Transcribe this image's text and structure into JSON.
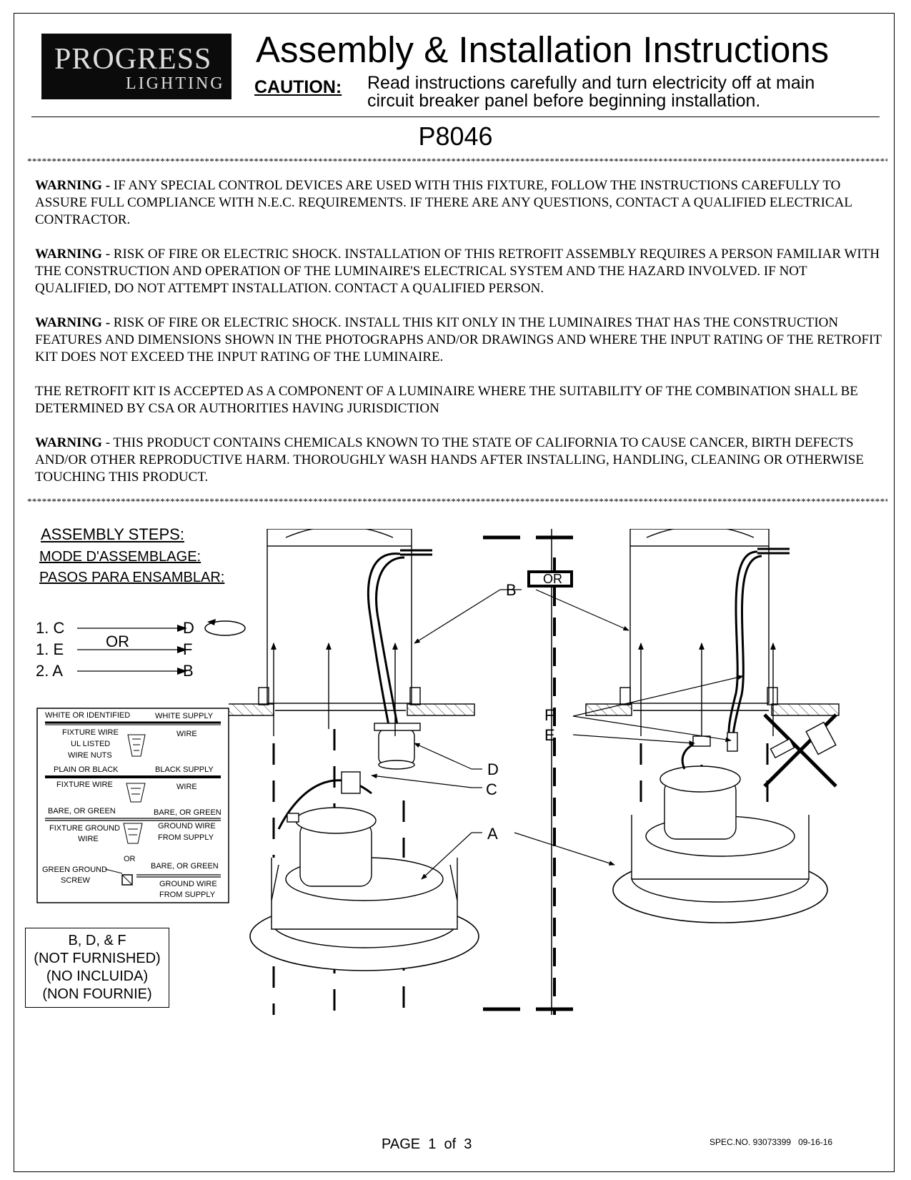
{
  "logo": {
    "line1": "PROGRESS",
    "line2": "LIGHTING"
  },
  "header": {
    "title": "Assembly & Installation Instructions",
    "caution_label": "CAUTION:",
    "caution_line1": "Read instructions carefully and turn electricity off at main",
    "caution_line2": "circuit breaker panel before beginning installation.",
    "model": "P8046"
  },
  "warnings": [
    {
      "label": "WARNING -",
      "text": " IF ANY SPECIAL CONTROL DEVICES ARE USED WITH THIS FIXTURE, FOLLOW THE INSTRUCTIONS CAREFULLY TO ASSURE FULL COMPLIANCE WITH N.E.C. REQUIREMENTS. IF THERE ARE ANY QUESTIONS, CONTACT A QUALIFIED ELECTRICAL CONTRACTOR."
    },
    {
      "label": "WARNING",
      "text": " - RISK OF FIRE OR ELECTRIC SHOCK. INSTALLATION OF THIS RETROFIT ASSEMBLY REQUIRES A PERSON FAMILIAR WITH THE CONSTRUCTION AND OPERATION OF THE LUMINAIRE'S ELECTRICAL SYSTEM AND THE HAZARD INVOLVED. IF NOT QUALIFIED, DO NOT ATTEMPT INSTALLATION. CONTACT A QUALIFIED PERSON."
    },
    {
      "label": "WARNING -",
      "text": " RISK OF FIRE OR ELECTRIC SHOCK. INSTALL THIS KIT ONLY IN THE LUMINAIRES THAT HAS THE CONSTRUCTION FEATURES AND DIMENSIONS SHOWN IN THE PHOTOGRAPHS AND/OR DRAWINGS AND WHERE THE INPUT RATING OF THE RETROFIT KIT DOES NOT EXCEED THE INPUT RATING OF THE LUMINAIRE."
    },
    {
      "label": "",
      "text": "THE RETROFIT KIT IS ACCEPTED AS A COMPONENT OF A LUMINAIRE WHERE THE SUITABILITY OF THE COMBINATION SHALL BE DETERMINED BY CSA OR AUTHORITIES HAVING JURISDICTION"
    },
    {
      "label": "WARNING",
      "text": " - THIS PRODUCT CONTAINS CHEMICALS KNOWN TO THE STATE OF CALIFORNIA TO CAUSE CANCER, BIRTH DEFECTS AND/OR OTHER REPRODUCTIVE HARM. THOROUGHLY WASH HANDS AFTER INSTALLING, HANDLING, CLEANING OR OTHERWISE TOUCHING THIS PRODUCT."
    }
  ],
  "assembly": {
    "heading_en": "ASSEMBLY STEPS:",
    "heading_fr": "MODE D'ASSEMBLAGE:",
    "heading_es": "PASOS PARA ENSAMBLAR:",
    "steps": [
      {
        "num": "1. C",
        "to": "D"
      },
      {
        "num": "1. E",
        "to": "F"
      },
      {
        "num": "2. A",
        "to": "B"
      }
    ],
    "or_label": "OR"
  },
  "wiring": {
    "white_left": "WHITE OR IDENTIFIED",
    "white_right": "WHITE SUPPLY",
    "fixture_wire": "FIXTURE WIRE",
    "wire": "WIRE",
    "ul_listed": "UL LISTED",
    "wire_nuts": "WIRE NUTS",
    "black_left": "PLAIN OR BLACK",
    "black_right": "BLACK SUPPLY",
    "fixture_wire2": "FIXTURE WIRE",
    "wire2": "WIRE",
    "bare_left": "BARE, OR GREEN",
    "bare_right": "BARE, OR GREEN",
    "fixture_ground": "FIXTURE GROUND",
    "wire3": "WIRE",
    "ground_wire": "GROUND WIRE",
    "from_supply": "FROM SUPPLY",
    "or": "OR",
    "green_ground": "GREEN GROUND",
    "screw": "SCREW",
    "bare_right2": "BARE, OR GREEN",
    "ground_wire2": "GROUND WIRE",
    "from_supply2": "FROM SUPPLY"
  },
  "not_furnished": {
    "line1": "B, D, & F",
    "line2": "(NOT FURNISHED)",
    "line3": "(NO INCLUIDA)",
    "line4": "(NON FOURNIE)"
  },
  "diagram": {
    "or_box": "OR",
    "labels": {
      "A": "A",
      "B": "B",
      "C": "C",
      "D": "D",
      "E": "E",
      "F": "F"
    }
  },
  "footer": {
    "page": "PAGE  1  of  3",
    "spec": "SPEC.NO. 93073399   09-16-16"
  }
}
